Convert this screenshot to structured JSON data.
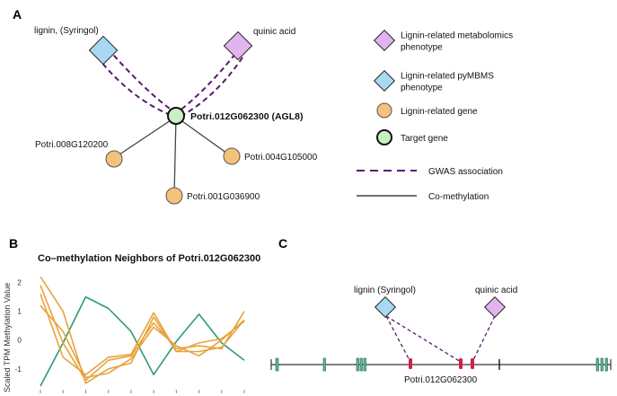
{
  "panels": {
    "a": "A",
    "b": "B",
    "c": "C"
  },
  "colors": {
    "gene": "#f5c27a",
    "target": "#c8f0c4",
    "metabolomics": "#e2b4ef",
    "pymbms": "#a9d8f2",
    "gwas": "#5a1a6b",
    "comethyl": "#444444",
    "series_orange": "#e8a33a",
    "series_green": "#2e9a78",
    "marker": "#cc2244",
    "exon": "#5fb89c"
  },
  "network": {
    "nodes": {
      "lignin": "lignin, (Syringol)",
      "quinic": "quinic acid",
      "target": "Potri.012G062300 (AGL8)",
      "gene1": "Potri.008G120200",
      "gene2": "Potri.004G105000",
      "gene3": "Potri.001G036900"
    },
    "legend": [
      {
        "shape": "diamond",
        "color_key": "metabolomics",
        "lines": [
          "Lignin-related metabolomics",
          "phenotype"
        ]
      },
      {
        "shape": "diamond",
        "color_key": "pymbms",
        "lines": [
          "Lignin-related pyMBMS",
          "phenotype"
        ]
      },
      {
        "shape": "circle",
        "color_key": "gene",
        "lines": [
          "Lignin-related gene"
        ]
      },
      {
        "shape": "circle-target",
        "color_key": "target",
        "lines": [
          "Target gene"
        ]
      },
      {
        "shape": "dashed",
        "color_key": "gwas",
        "lines": [
          "GWAS association"
        ]
      },
      {
        "shape": "solid",
        "color_key": "comethyl",
        "lines": [
          "Co-methylation"
        ]
      }
    ]
  },
  "chart_data": {
    "type": "line",
    "title": "Co–methylation Neighbors of Potri.012G062300",
    "ylabel": "Scaled TPM Methylation Value",
    "xlabel": "",
    "ylim": [
      -1.6,
      2.3
    ],
    "yticks": [
      2,
      1,
      0,
      -1
    ],
    "x": [
      1,
      2,
      3,
      4,
      5,
      6,
      7,
      8,
      9,
      10
    ],
    "series": [
      {
        "color_key": "series_green",
        "values": [
          -1.6,
          -0.1,
          1.5,
          1.1,
          0.3,
          -1.2,
          -0.05,
          0.9,
          -0.1,
          -0.7
        ]
      },
      {
        "color_key": "series_orange",
        "values": [
          2.2,
          1.0,
          -1.5,
          -1.0,
          -0.8,
          0.8,
          -0.4,
          -0.4,
          -0.25,
          0.7
        ]
      },
      {
        "color_key": "series_orange",
        "values": [
          1.9,
          -0.1,
          -1.4,
          -0.7,
          -0.55,
          0.6,
          -0.3,
          -0.2,
          -0.3,
          1.0
        ]
      },
      {
        "color_key": "series_orange",
        "values": [
          1.6,
          -0.6,
          -1.2,
          -0.6,
          -0.5,
          0.95,
          -0.4,
          -0.1,
          0.05,
          0.65
        ]
      },
      {
        "color_key": "series_orange",
        "values": [
          1.2,
          0.3,
          -1.3,
          -1.15,
          -0.65,
          0.45,
          -0.2,
          -0.55,
          0.0,
          0.7
        ]
      }
    ]
  },
  "genome": {
    "lignin": "lignin (Syringol)",
    "quinic": "quinic acid",
    "gene_label": "Potri.012G062300"
  }
}
